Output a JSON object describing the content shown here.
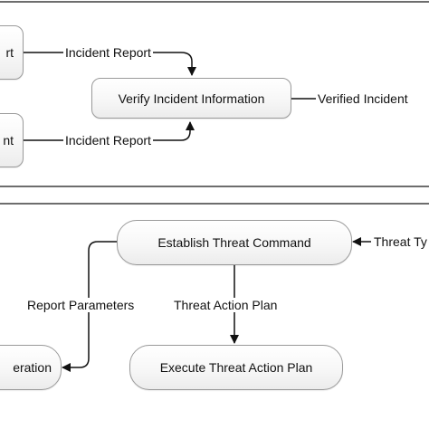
{
  "top_diagram": {
    "nodes": {
      "source_1": "rt",
      "source_2": "nt",
      "verify": "Verify Incident Information"
    },
    "flows": {
      "incident_report_1": "Incident Report",
      "incident_report_2": "Incident Report",
      "verified_incident": "Verified Incident"
    }
  },
  "bottom_diagram": {
    "nodes": {
      "establish": "Establish Threat Command",
      "execute": "Execute Threat Action Plan",
      "operation": "eration"
    },
    "flows": {
      "threat_type": "Threat Ty",
      "report_parameters": "Report Parameters",
      "threat_action_plan": "Threat Action Plan"
    }
  }
}
